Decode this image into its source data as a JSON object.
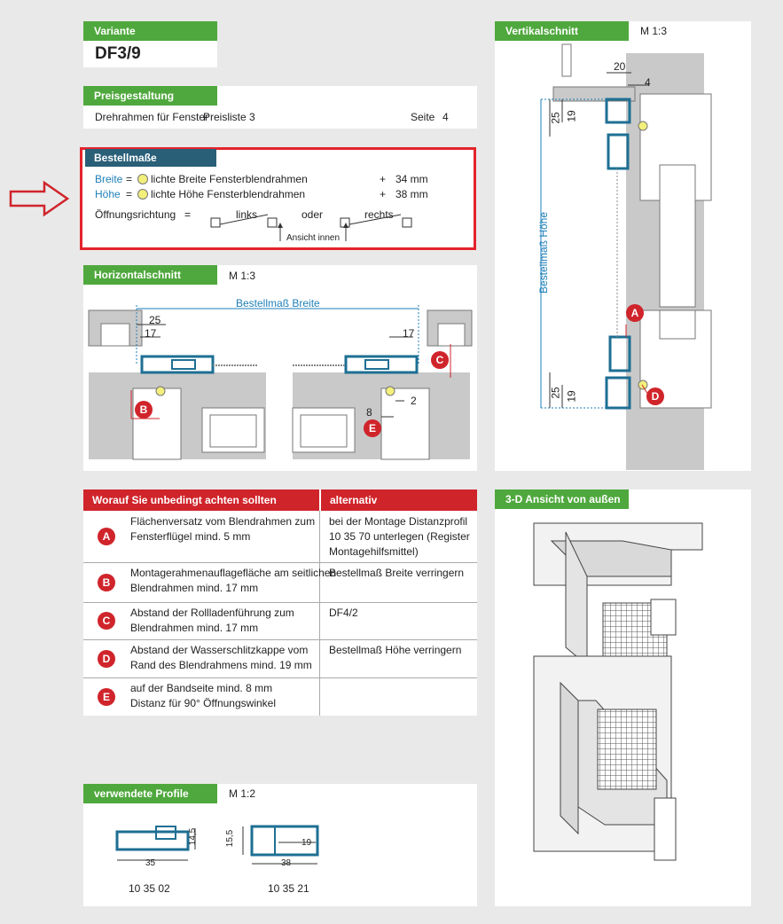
{
  "variante": {
    "label": "Variante",
    "value": "DF3/9"
  },
  "preis": {
    "label": "Preisgestaltung",
    "text": "Drehrahmen für Fenster",
    "liste": "Preisliste 3",
    "seite_label": "Seite",
    "seite": "4"
  },
  "bestell": {
    "label": "Bestellmaße",
    "breite_key": "Breite",
    "eq": "=",
    "breite_text": "lichte Breite Fensterblendrahmen",
    "breite_plus": "+",
    "breite_val": "34 mm",
    "hoehe_key": "Höhe",
    "hoehe_text": "lichte Höhe Fensterblendrahmen",
    "hoehe_plus": "+",
    "hoehe_val": "38 mm",
    "oeffnung": "Öffnungsrichtung",
    "links": "links",
    "oder": "oder",
    "rechts": "rechts",
    "ansicht": "Ansicht innen"
  },
  "horizontal": {
    "label": "Horizontalschnitt",
    "scale": "M 1:3",
    "breite": "Bestellmaß Breite",
    "d25": "25",
    "d17a": "17",
    "d17b": "17",
    "d8": "8",
    "d2": "2",
    "B": "B",
    "C": "C",
    "E": "E"
  },
  "vertikal": {
    "label": "Vertikalschnitt",
    "scale": "M 1:3",
    "d20": "20",
    "d4": "4",
    "d25a": "25",
    "d19a": "19",
    "hoehe": "Bestellmaß Höhe",
    "A": "A",
    "D": "D",
    "d25b": "25",
    "d19b": "19"
  },
  "table": {
    "head_left": "Worauf Sie unbedingt achten sollten",
    "head_right": "alternativ",
    "rows": [
      {
        "letter": "A",
        "left": [
          "Flächenversatz vom Blendrahmen zum",
          "Fensterflügel mind. 5 mm"
        ],
        "right": [
          "bei der Montage Distanzprofil",
          "10 35 70 unterlegen (Register",
          "Montagehilfsmittel)"
        ]
      },
      {
        "letter": "B",
        "left": [
          "Montagerahmenauflagefläche am seitlichen",
          "Blendrahmen mind. 17 mm"
        ],
        "right": [
          "Bestellmaß Breite verringern"
        ]
      },
      {
        "letter": "C",
        "left": [
          "Abstand der Rollladenführung zum",
          "Blendrahmen mind. 17 mm"
        ],
        "right": [
          "DF4/2"
        ]
      },
      {
        "letter": "D",
        "left": [
          "Abstand der Wasserschlitzkappe vom",
          "Rand des Blendrahmens mind. 19 mm"
        ],
        "right": [
          "Bestellmaß Höhe verringern"
        ]
      },
      {
        "letter": "E",
        "left": [
          "auf der Bandseite mind. 8 mm",
          "Distanz für 90° Öffnungswinkel"
        ],
        "right": []
      }
    ]
  },
  "profile": {
    "label": "verwendete Profile",
    "scale": "M 1:2",
    "p1": {
      "w": "35",
      "h": "14,5",
      "id": "10 35 02"
    },
    "p2": {
      "w": "38",
      "h": "15,5",
      "inner": "19",
      "id": "10 35 21"
    }
  },
  "ansicht3d": {
    "label": "3-D Ansicht von außen"
  },
  "colors": {
    "green": "#4fa83d",
    "blue": "#2a5f78",
    "red": "#d0242b",
    "profile": "#1e6f93",
    "wall": "#c9c9c9"
  }
}
